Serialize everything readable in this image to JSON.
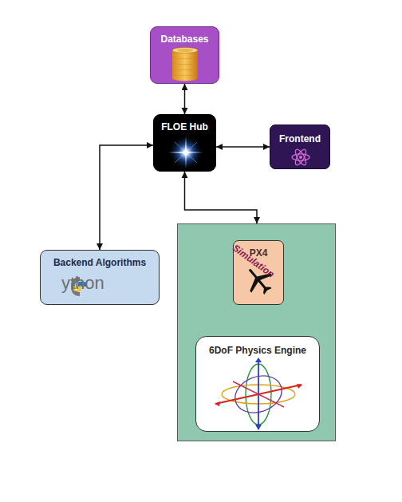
{
  "diagram": {
    "nodes": [
      {
        "text": [
          "Databases"
        ]
      },
      {
        "text": [
          "FLOE Hub"
        ]
      },
      {
        "text": [
          "Frontend"
        ]
      },
      {
        "text": [
          "Backend Algorithms",
          "ython"
        ]
      },
      {
        "text": [
          "Simulation"
        ]
      },
      {
        "text": [
          "PX4"
        ],
        "in": 4
      },
      {
        "text": [
          "6DoF Physics Engine"
        ],
        "in": 4
      }
    ],
    "edges": [
      {
        "from": 0,
        "to": 1,
        "arrow": "both"
      },
      {
        "from": 1,
        "to": 2,
        "arrow": "both"
      },
      {
        "from": 1,
        "to": 3,
        "arrow": "both"
      },
      {
        "from": 1,
        "to": 4,
        "arrow": "both"
      },
      {
        "from": 5,
        "to": 6,
        "arrow": "both"
      }
    ]
  }
}
